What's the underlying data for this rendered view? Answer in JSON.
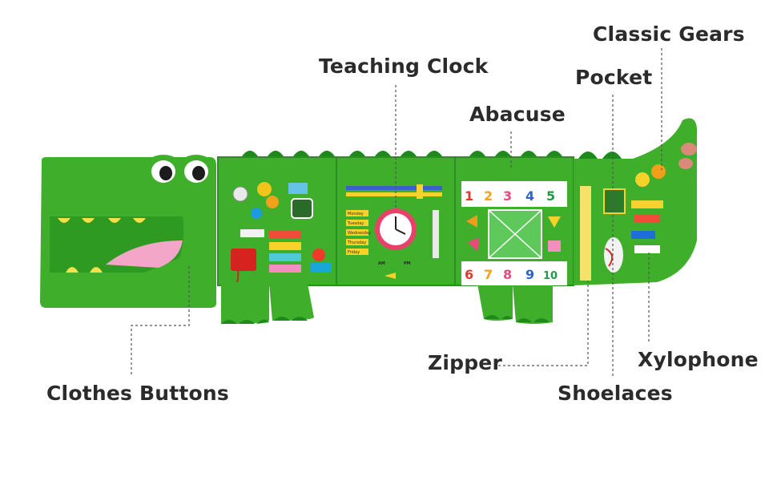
{
  "labels": {
    "teaching_clock": "Teaching Clock",
    "abacuse": "Abacuse",
    "pocket": "Pocket",
    "classic_gears": "Classic Gears",
    "clothes_buttons": "Clothes Buttons",
    "zipper": "Zipper",
    "xylophone": "Xylophone",
    "shoelaces": "Shoelaces"
  },
  "clock": {
    "am": "AM",
    "pm": "PM",
    "days": [
      "Monday",
      "Tuesday",
      "Wednesday",
      "Thursday",
      "Friday"
    ]
  },
  "numbers": [
    "1",
    "2",
    "3",
    "4",
    "5",
    "6",
    "7",
    "8",
    "9",
    "10"
  ],
  "colors": {
    "felt_green": "#3fae2a",
    "felt_dark": "#1f8a1c",
    "mouth_green": "#2f9a22",
    "tongue_pink": "#f3a6c8",
    "teeth_yellow": "#f4e04a",
    "leader_line": "#555555"
  }
}
